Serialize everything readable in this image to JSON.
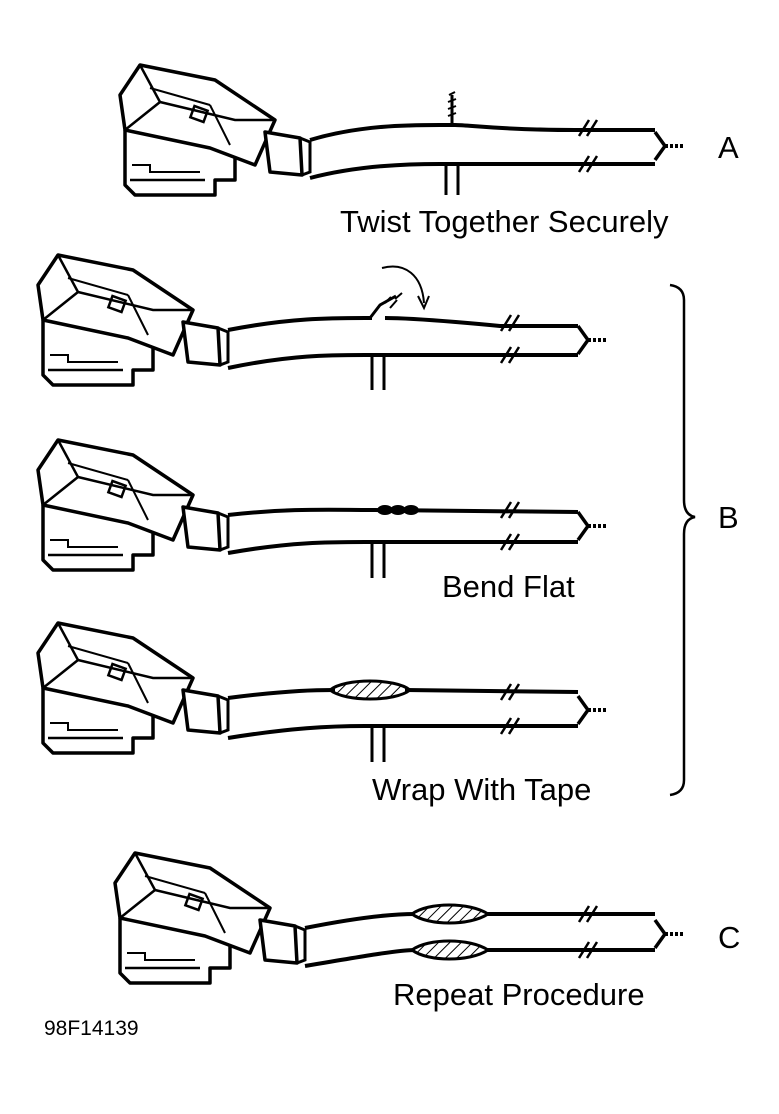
{
  "panels": {
    "a": {
      "letter": "A",
      "caption": "Twist Together Securely"
    },
    "b": {
      "letter": "B",
      "caption_bend": "Bend Flat",
      "caption_wrap": "Wrap With Tape"
    },
    "c": {
      "letter": "C",
      "caption": "Repeat Procedure"
    }
  },
  "figure_code": "98F14139"
}
